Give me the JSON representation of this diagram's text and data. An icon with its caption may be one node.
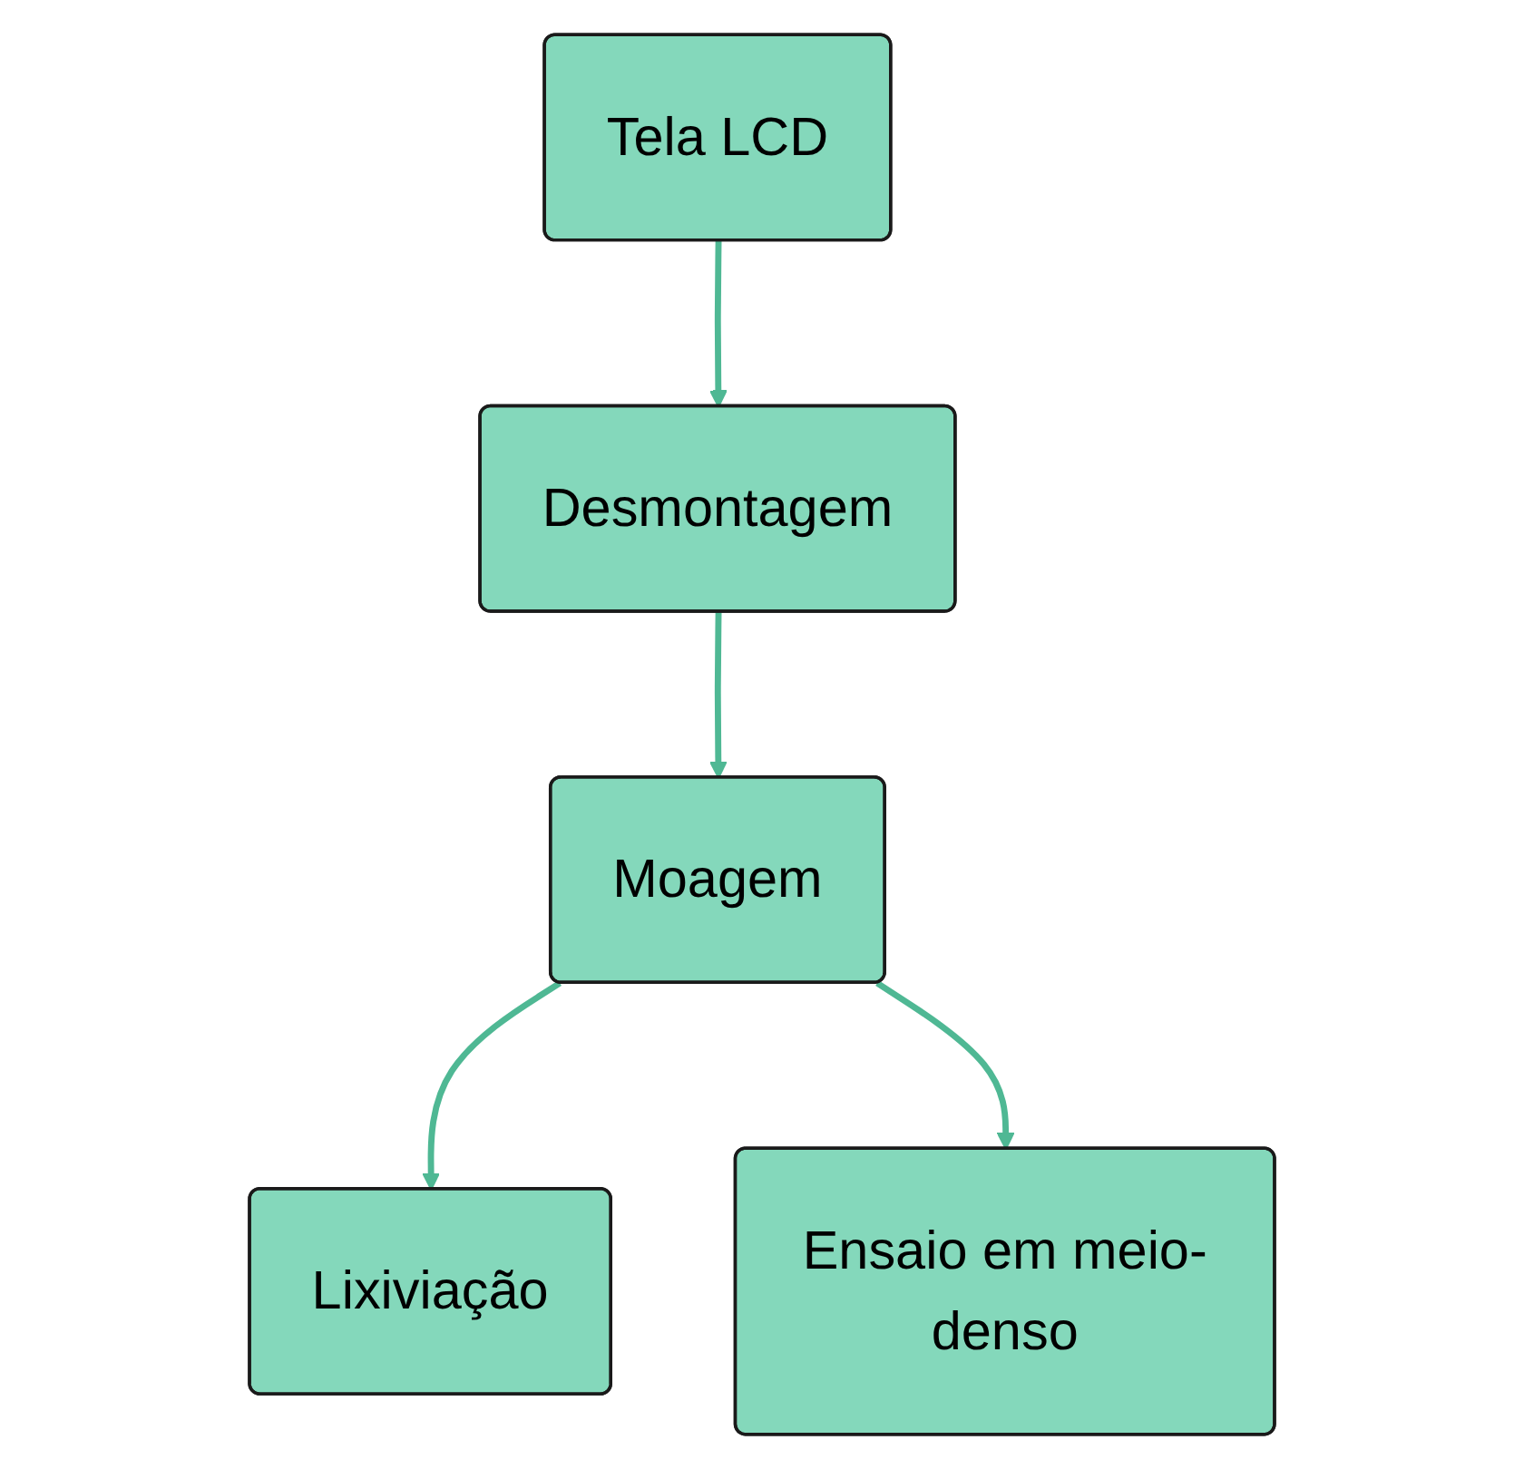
{
  "diagram": {
    "nodes": [
      {
        "text": [
          "Tela LCD"
        ]
      },
      {
        "text": [
          "Desmontagem"
        ]
      },
      {
        "text": [
          "Moagem"
        ]
      },
      {
        "text": [
          "Lixiviação"
        ]
      },
      {
        "text": [
          "Ensaio em meio-denso"
        ]
      }
    ],
    "edges": [
      {
        "from": 0,
        "to": 1,
        "arrow": "to"
      },
      {
        "from": 1,
        "to": 2,
        "arrow": "to"
      },
      {
        "from": 2,
        "to": 3,
        "arrow": "to"
      },
      {
        "from": 2,
        "to": 4,
        "arrow": "to"
      }
    ]
  }
}
